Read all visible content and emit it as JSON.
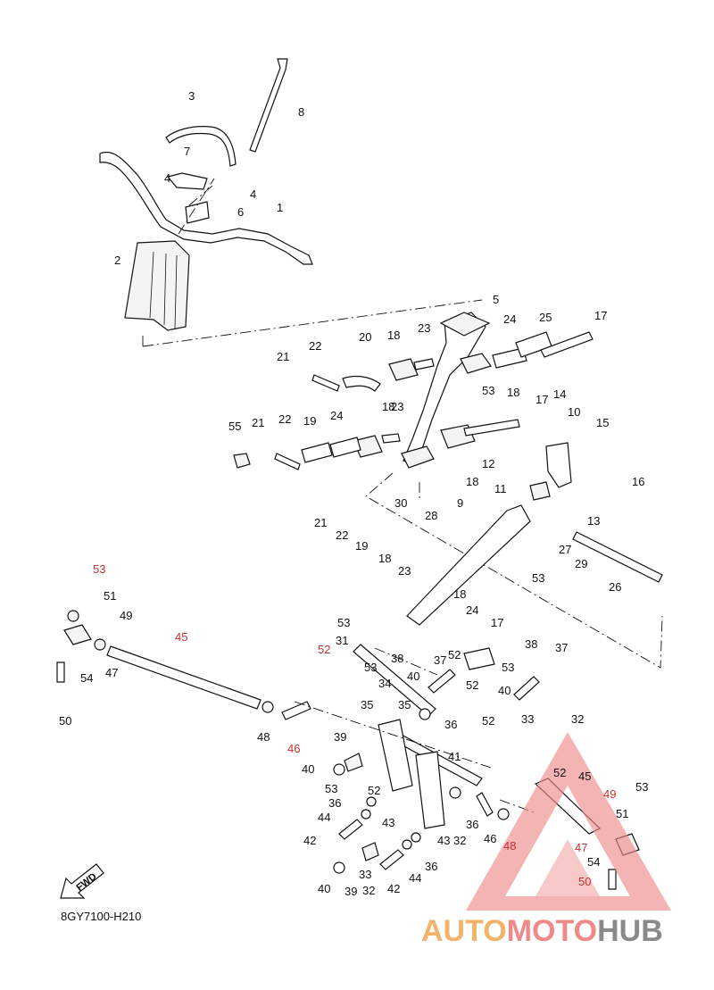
{
  "diagram": {
    "code": "8GY7100-H210",
    "fwd_label": "FWD",
    "watermark": {
      "word1": "AUTO",
      "word2": "MOTO",
      "word3": "HUB",
      "color_orange": "#f2b46a",
      "color_red": "#f08a8a",
      "color_gray": "#8a8a8a"
    },
    "callouts": [
      {
        "t": "1"
      },
      {
        "t": "2"
      },
      {
        "t": "3"
      },
      {
        "t": "4"
      },
      {
        "t": "4"
      },
      {
        "t": "5"
      },
      {
        "t": "6"
      },
      {
        "t": "7"
      },
      {
        "t": "8"
      },
      {
        "t": "9"
      },
      {
        "t": "10"
      },
      {
        "t": "11"
      },
      {
        "t": "12"
      },
      {
        "t": "13"
      },
      {
        "t": "14"
      },
      {
        "t": "15"
      },
      {
        "t": "16"
      },
      {
        "t": "17"
      },
      {
        "t": "17"
      },
      {
        "t": "17"
      },
      {
        "t": "18"
      },
      {
        "t": "18"
      },
      {
        "t": "18"
      },
      {
        "t": "18"
      },
      {
        "t": "18"
      },
      {
        "t": "18"
      },
      {
        "t": "19"
      },
      {
        "t": "19"
      },
      {
        "t": "20"
      },
      {
        "t": "21"
      },
      {
        "t": "21"
      },
      {
        "t": "21"
      },
      {
        "t": "22"
      },
      {
        "t": "22"
      },
      {
        "t": "22"
      },
      {
        "t": "23"
      },
      {
        "t": "23"
      },
      {
        "t": "23"
      },
      {
        "t": "24"
      },
      {
        "t": "24"
      },
      {
        "t": "24"
      },
      {
        "t": "25"
      },
      {
        "t": "26"
      },
      {
        "t": "27"
      },
      {
        "t": "28"
      },
      {
        "t": "29"
      },
      {
        "t": "30"
      },
      {
        "t": "31"
      },
      {
        "t": "32"
      },
      {
        "t": "32"
      },
      {
        "t": "32"
      },
      {
        "t": "33"
      },
      {
        "t": "33"
      },
      {
        "t": "34"
      },
      {
        "t": "35"
      },
      {
        "t": "35"
      },
      {
        "t": "36"
      },
      {
        "t": "36"
      },
      {
        "t": "36"
      },
      {
        "t": "36"
      },
      {
        "t": "37"
      },
      {
        "t": "37"
      },
      {
        "t": "38"
      },
      {
        "t": "38"
      },
      {
        "t": "39"
      },
      {
        "t": "39"
      },
      {
        "t": "40"
      },
      {
        "t": "40"
      },
      {
        "t": "40"
      },
      {
        "t": "40"
      },
      {
        "t": "41"
      },
      {
        "t": "42"
      },
      {
        "t": "42"
      },
      {
        "t": "43"
      },
      {
        "t": "43"
      },
      {
        "t": "44"
      },
      {
        "t": "44"
      },
      {
        "t": "45"
      },
      {
        "t": "45"
      },
      {
        "t": "46"
      },
      {
        "t": "46"
      },
      {
        "t": "47"
      },
      {
        "t": "47"
      },
      {
        "t": "48"
      },
      {
        "t": "48"
      },
      {
        "t": "49"
      },
      {
        "t": "49"
      },
      {
        "t": "50"
      },
      {
        "t": "50"
      },
      {
        "t": "51"
      },
      {
        "t": "51"
      },
      {
        "t": "52"
      },
      {
        "t": "52"
      },
      {
        "t": "52"
      },
      {
        "t": "52"
      },
      {
        "t": "52"
      },
      {
        "t": "52"
      },
      {
        "t": "53"
      },
      {
        "t": "53"
      },
      {
        "t": "53"
      },
      {
        "t": "53"
      },
      {
        "t": "53"
      },
      {
        "t": "53"
      },
      {
        "t": "53"
      },
      {
        "t": "53"
      },
      {
        "t": "54"
      },
      {
        "t": "54"
      },
      {
        "t": "55"
      }
    ]
  }
}
